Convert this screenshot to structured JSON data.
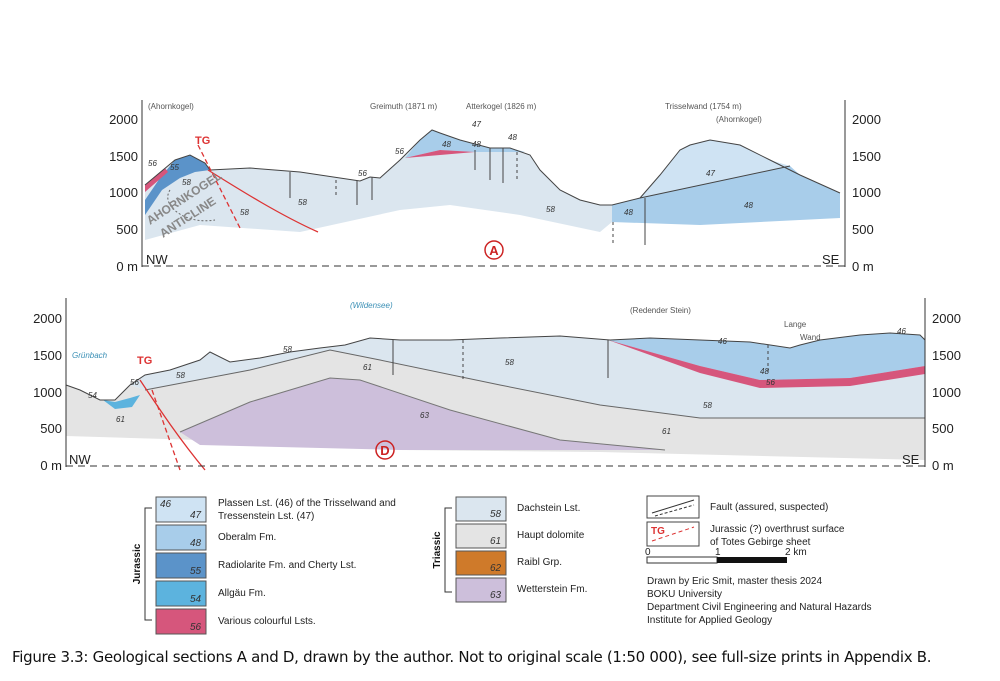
{
  "section_a": {
    "marker": "A",
    "y_ticks": [
      "2000",
      "1500",
      "1000",
      "500",
      "0 m"
    ],
    "nw": "NW",
    "se": "SE",
    "peaks": [
      "(Ahornkogel)",
      "Greimuth (1871 m)",
      "Atterkogel (1826 m)",
      "Trisselwand (1754 m)",
      "(Ahornkogel)"
    ],
    "tg": "TG",
    "anticline": [
      "AHORNKOGEL",
      "ANTICLINE"
    ],
    "units": [
      "56",
      "55",
      "58",
      "58",
      "58",
      "56",
      "56",
      "47",
      "48",
      "48",
      "48",
      "58",
      "48",
      "47",
      "48"
    ]
  },
  "section_d": {
    "marker": "D",
    "y_ticks": [
      "2000",
      "1500",
      "1000",
      "500",
      "0 m"
    ],
    "nw": "NW",
    "se": "SE",
    "peaks": [
      "Grünbach",
      "(Wildensee)",
      "(Redender Stein)",
      "Lange",
      "Wand"
    ],
    "tg": "TG",
    "units": [
      "54",
      "56",
      "58",
      "58",
      "61",
      "58",
      "61",
      "63",
      "46",
      "48",
      "56",
      "58",
      "61",
      "46"
    ]
  },
  "legend": {
    "jurassic_label": "Jurassic",
    "triassic_label": "Triassic",
    "jurassic": [
      {
        "codes": [
          "46",
          "47"
        ],
        "text": [
          "Plassen Lst. (46) of the Trisselwand and",
          "Tressenstein Lst. (47)"
        ],
        "color": "#cfe3f3"
      },
      {
        "codes": [
          "48"
        ],
        "text": [
          "Oberalm Fm."
        ],
        "color": "#a8cdea"
      },
      {
        "codes": [
          "55"
        ],
        "text": [
          "Radiolarite Fm. and Cherty Lst."
        ],
        "color": "#5b93c9"
      },
      {
        "codes": [
          "54"
        ],
        "text": [
          "Allgäu Fm."
        ],
        "color": "#5cb3de"
      },
      {
        "codes": [
          "56"
        ],
        "text": [
          "Various colourful Lsts."
        ],
        "color": "#d6567c"
      }
    ],
    "triassic": [
      {
        "code": "58",
        "text": "Dachstein Lst.",
        "color": "#dbe6ef"
      },
      {
        "code": "61",
        "text": "Haupt dolomite",
        "color": "#e4e4e4"
      },
      {
        "code": "62",
        "text": "Raibl Grp.",
        "color": "#cf7a2a"
      },
      {
        "code": "63",
        "text": "Wetterstein Fm.",
        "color": "#cdbfdb"
      }
    ],
    "fault": "Fault (assured, suspected)",
    "tg_box": "TG",
    "overthrust": [
      "Jurassic (?) overthrust surface",
      "of Totes Gebirge sheet"
    ],
    "scale": [
      "0",
      "1",
      "2 km"
    ],
    "credits": [
      "Drawn by Eric Smit, master thesis 2024",
      "BOKU University",
      "Department Civil Engineering and Natural Hazards",
      "Institute for Applied Geology"
    ]
  },
  "caption": "Figure 3.3: Geological sections A and D, drawn by the author. Not to original scale (1:50 000), see full-size prints in Appendix B."
}
